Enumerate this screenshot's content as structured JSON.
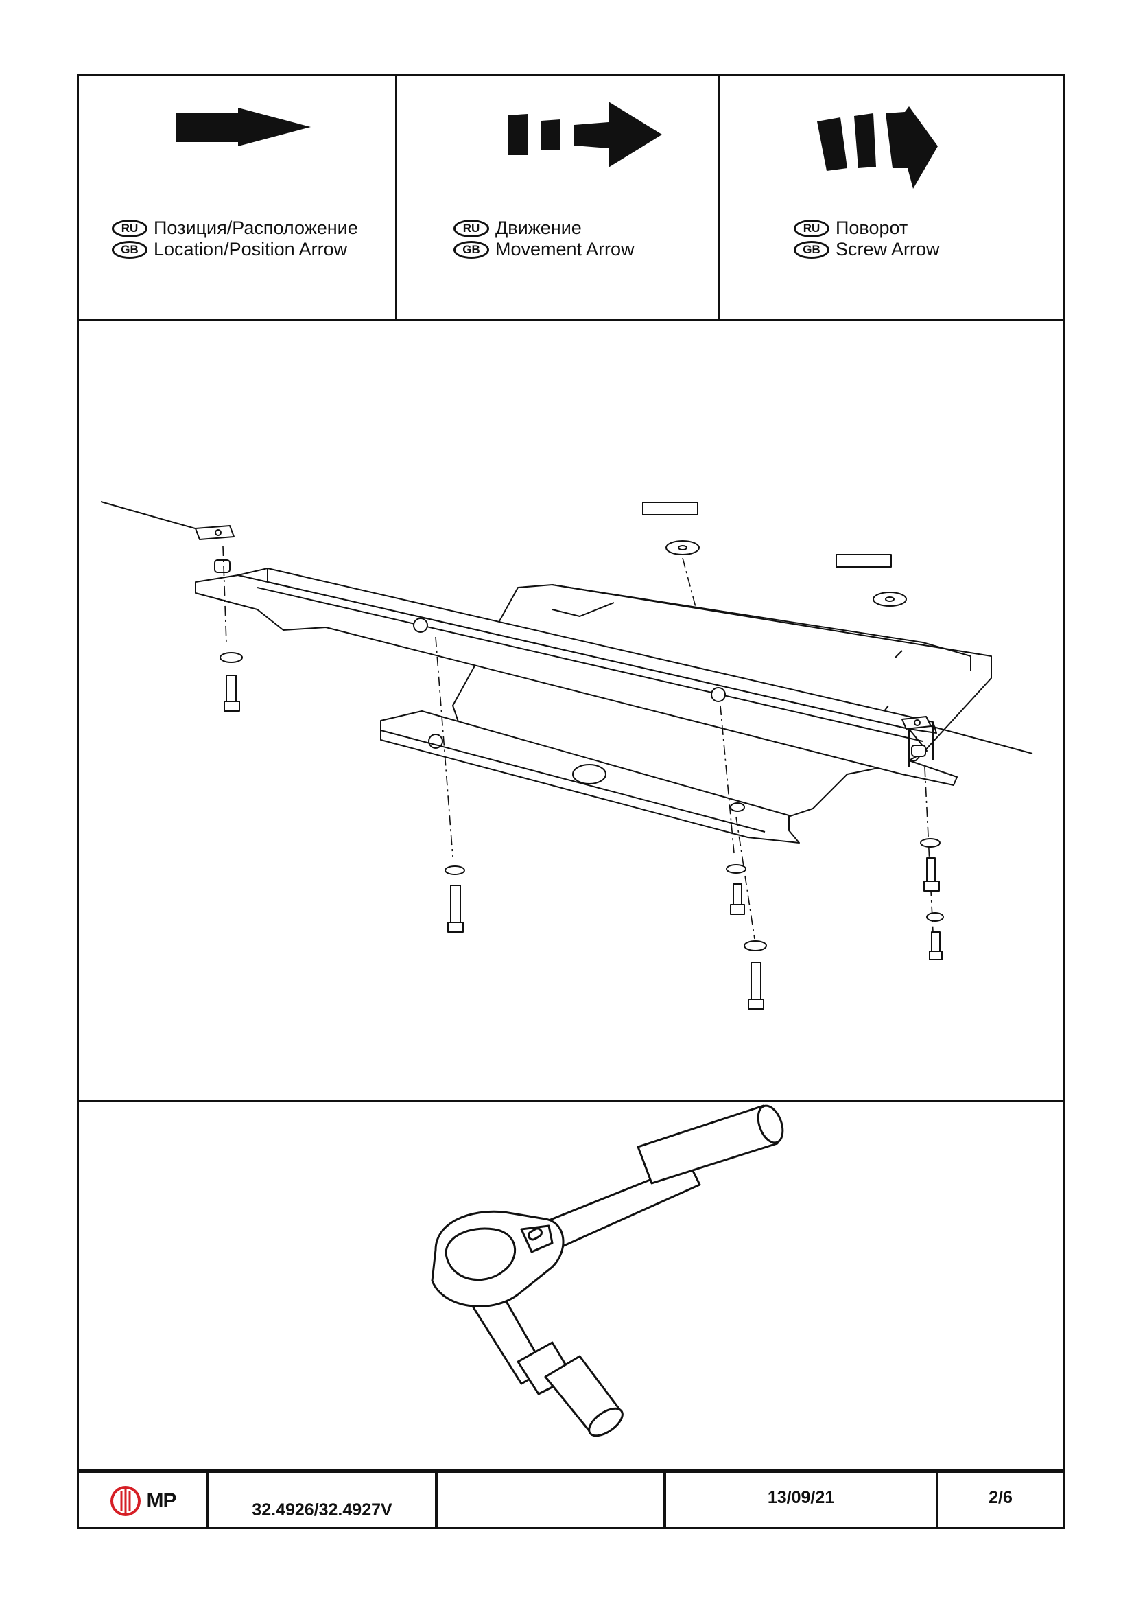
{
  "legend": [
    {
      "icon": "location-arrow-icon",
      "ru_badge": "RU",
      "ru_text": "Позиция/Расположение",
      "gb_badge": "GB",
      "gb_text": "Location/Position Arrow"
    },
    {
      "icon": "movement-arrow-icon",
      "ru_badge": "RU",
      "ru_text": "Движение",
      "gb_badge": "GB",
      "gb_text": "Movement Arrow"
    },
    {
      "icon": "screw-arrow-icon",
      "ru_badge": "RU",
      "ru_text": "Поворот",
      "gb_badge": "GB",
      "gb_text": "Screw Arrow"
    }
  ],
  "drawing": {
    "icon": "skid-plate-exploded-assembly-icon"
  },
  "tool": {
    "icon": "ratchet-wrench-icon"
  },
  "title_block": {
    "logo_icon": "mp-logo-icon",
    "logo_text": "MP",
    "part_number": "32.4926/32.4927V",
    "blank": "",
    "date": "13/09/21",
    "page": "2/6"
  },
  "colors": {
    "ink": "#111111",
    "logo_red": "#d61f26",
    "paper": "#ffffff"
  }
}
